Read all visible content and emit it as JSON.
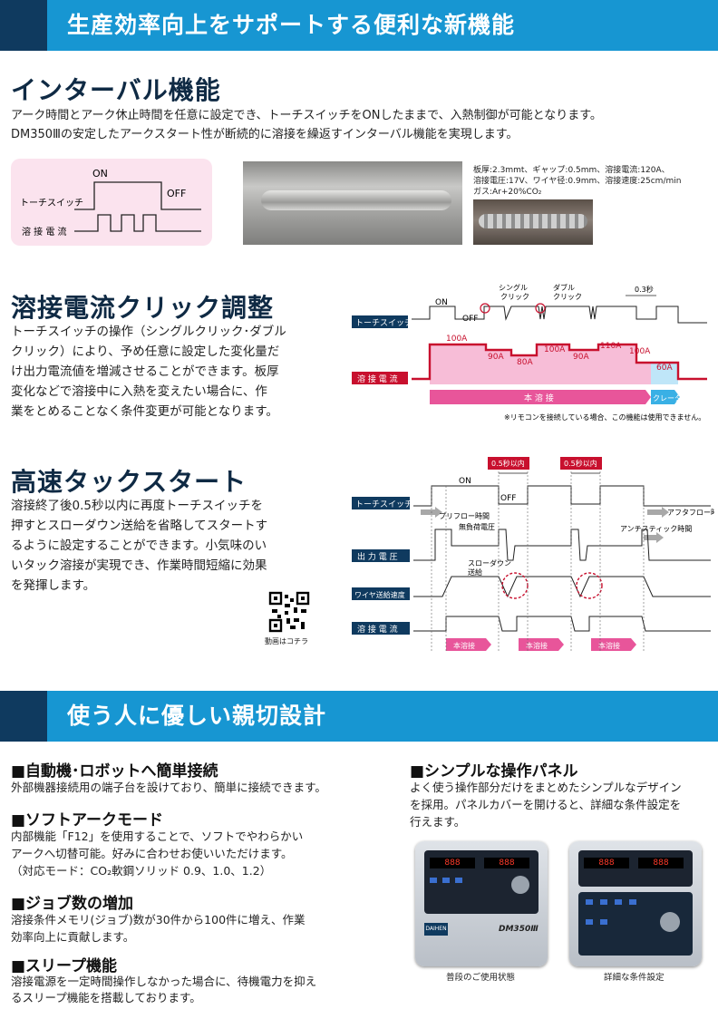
{
  "banner1": {
    "title": "生産効率向上をサポートする便利な新機能"
  },
  "interval": {
    "heading": "インターバル機能",
    "line1": "アーク時間とアーク休止時間を任意に設定でき、トーチスイッチをONしたままで、入熱制御が可能となります。",
    "line2": "DM350Ⅲの安定したアークスタート性が断続的に溶接を繰返すインターバル機能を実現します。",
    "diagram": {
      "on": "ON",
      "off": "OFF",
      "torch": "トーチスイッチ",
      "current": "溶 接 電 流"
    },
    "spec1": "板厚:2.3mmt、ギャップ:0.5mm、溶接電流:120A、",
    "spec2": "溶接電圧:17V、ワイヤ径:0.9mm、溶接速度:25cm/min",
    "spec3": "ガス:Ar+20%CO₂"
  },
  "click": {
    "heading": "溶接電流クリック調整",
    "lines": [
      "トーチスイッチの操作（シングルクリック･ダブル",
      "クリック）により、予め任意に設定した変化量だ",
      "け出力電流値を増減させることができます。板厚",
      "変化などで溶接中に入熱を変えたい場合に、作",
      "業をとめることなく条件変更が可能となります。"
    ],
    "diagram": {
      "on": "ON",
      "off": "OFF",
      "single": "シングル",
      "single2": "クリック",
      "double": "ダブル",
      "double2": "クリック",
      "t03": "0.3秒",
      "torch": "トーチスイッチ",
      "current": "溶 接 電 流",
      "a1": "100A",
      "a2": "90A",
      "a3": "80A",
      "a4": "100A",
      "a5": "90A",
      "a6": "110A",
      "a7": "100A",
      "a8": "60A",
      "main": "本 溶 接",
      "crater": "クレータ",
      "note": "※リモコンを接続している場合、この機能は使用できません。"
    }
  },
  "tack": {
    "heading": "高速タックスタート",
    "lines": [
      "溶接終了後0.5秒以内に再度トーチスイッチを",
      "押すとスローダウン送給を省略してスタートす",
      "るように設定することができます。小気味のい",
      "いタック溶接が実現でき、作業時間短縮に効果",
      "を発揮します。"
    ],
    "qr_label": "動画はコチラ",
    "diagram": {
      "t05a": "0.5秒以内",
      "t05b": "0.5秒以内",
      "on": "ON",
      "off": "OFF",
      "torch": "トーチスイッチ",
      "voltage": "出 力 電 圧",
      "wire": "ワイヤ送給速度",
      "current": "溶 接 電 流",
      "preflow": "プリフロー時間",
      "noload": "無負荷電圧",
      "afterflow": "アフタフロー時間",
      "antistick": "アンチスティック時間",
      "slowdown": "スローダウン",
      "slowdown2": "送給",
      "weld1": "本溶接",
      "weld2": "本溶接",
      "weld3": "本溶接"
    }
  },
  "banner2": {
    "title": "使う人に優しい親切設計"
  },
  "features": [
    {
      "title": "■自動機･ロボットへ簡単接続",
      "lines": [
        "外部機器接続用の端子台を設けており、簡単に接続できます。"
      ]
    },
    {
      "title": "■ソフトアークモード",
      "lines": [
        "内部機能「F12」を使用することで、ソフトでやわらかい",
        "アークへ切替可能。好みに合わせお使いいただけます。",
        "（対応モード：CO₂軟鋼ソリッド 0.9、1.0、1.2）"
      ]
    },
    {
      "title": "■ジョブ数の増加",
      "lines": [
        "溶接条件メモリ(ジョブ)数が30件から100件に増え、作業",
        "効率向上に貢献します。"
      ]
    },
    {
      "title": "■スリープ機能",
      "lines": [
        "溶接電源を一定時間操作しなかった場合に、待機電力を抑え",
        "るスリープ機能を搭載しております。"
      ]
    }
  ],
  "panel": {
    "title": "■シンプルな操作パネル",
    "lines": [
      "よく使う操作部分だけをまとめたシンプルなデザイン",
      "を採用。パネルカバーを開けると、詳細な条件設定を",
      "行えます。"
    ],
    "cap1": "普段のご使用状態",
    "cap2": "詳細な条件設定",
    "brand": "DAIHEN",
    "model": "DM350Ⅲ"
  },
  "colors": {
    "accent": "#1796d2",
    "navy": "#0f3a5f",
    "red": "#c8102e",
    "pink": "#e8559a"
  }
}
